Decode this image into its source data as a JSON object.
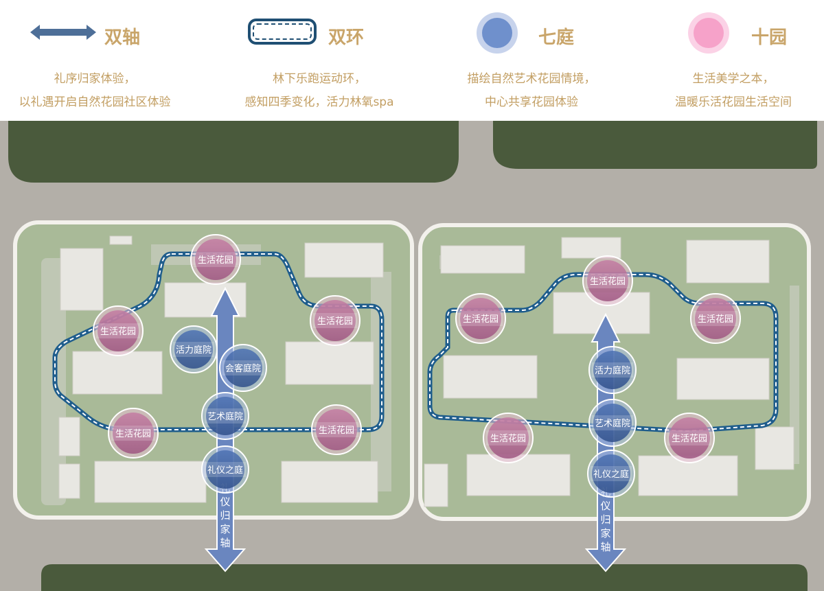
{
  "legend": [
    {
      "title": "双轴",
      "line1": "礼序归家体验，",
      "line2": "以礼遇开启自然花园社区体验",
      "icon": "double-arrow-icon"
    },
    {
      "title": "双环",
      "line1": "林下乐跑运动环，",
      "line2": "感知四季变化，活力林氧spa",
      "icon": "loop-icon"
    },
    {
      "title": "七庭",
      "line1": "描绘自然艺术花园情境，",
      "line2": "中心共享花园体验",
      "icon": "blue-circle-icon"
    },
    {
      "title": "十园",
      "line1": "生活美学之本，",
      "line2": "温暖乐活花园生活空间",
      "icon": "pink-circle-icon"
    }
  ],
  "map": {
    "gardens": [
      "生活花园",
      "生活花园",
      "生活花园",
      "生活花园",
      "生活花园",
      "生活花园",
      "生活花园",
      "生活花园",
      "生活花园",
      "生活花园"
    ],
    "courts": [
      "活力庭院",
      "会客庭院",
      "艺术庭院",
      "礼仪之庭",
      "活力庭院",
      "艺术庭院",
      "礼仪之庭"
    ],
    "axis_label": [
      "礼",
      "仪",
      "归",
      "家",
      "轴"
    ],
    "colors": {
      "axis": "#5c7db8",
      "loop": "#1f5d8c",
      "garden": "#b86a93",
      "court": "#3d5f9e",
      "title": "#c9a56a",
      "road": "#b0aca5",
      "green": "#4a5a3c",
      "site": "#a9ba98"
    }
  }
}
